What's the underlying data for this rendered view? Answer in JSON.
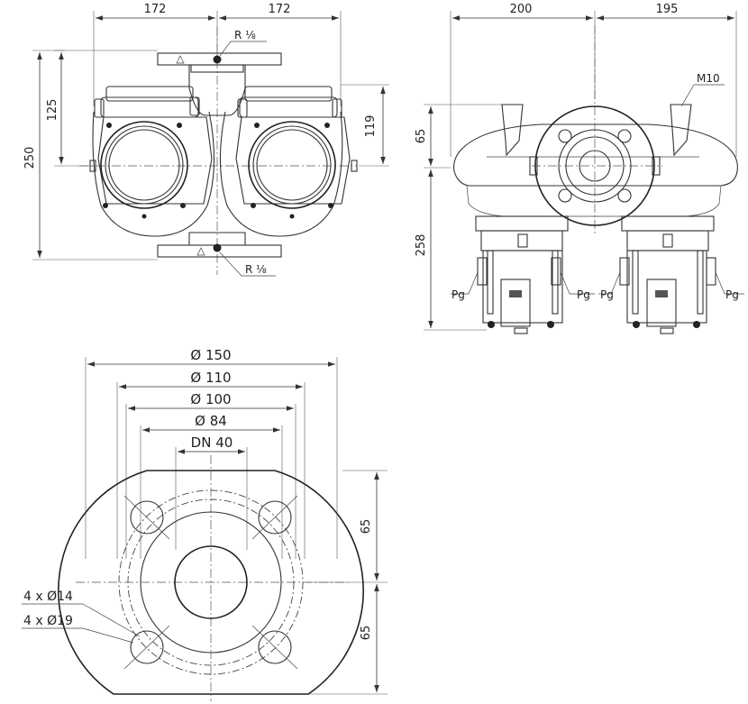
{
  "front_view": {
    "width_left": "172",
    "width_right": "172",
    "total_height": "250",
    "height_left": "125",
    "height_right": "119",
    "connection_top": "R ⅛",
    "connection_bottom": "R ⅛"
  },
  "side_view": {
    "width_left": "200",
    "width_right": "195",
    "height_upper": "65",
    "height_lower": "258",
    "thread": "M10",
    "gland_labels": [
      "Pg",
      "Pg",
      "Pg",
      "Pg"
    ]
  },
  "flange_view": {
    "dia_outer": "Ø 150",
    "dia_bolt_outer": "Ø 110",
    "dia_bolt_circle": "Ø 100",
    "dia_raised_face": "Ø 84",
    "nominal_diameter": "DN 40",
    "offset_upper": "65",
    "offset_lower": "65",
    "holes_small": "4 x Ø14",
    "holes_large": "4 x Ø19"
  }
}
